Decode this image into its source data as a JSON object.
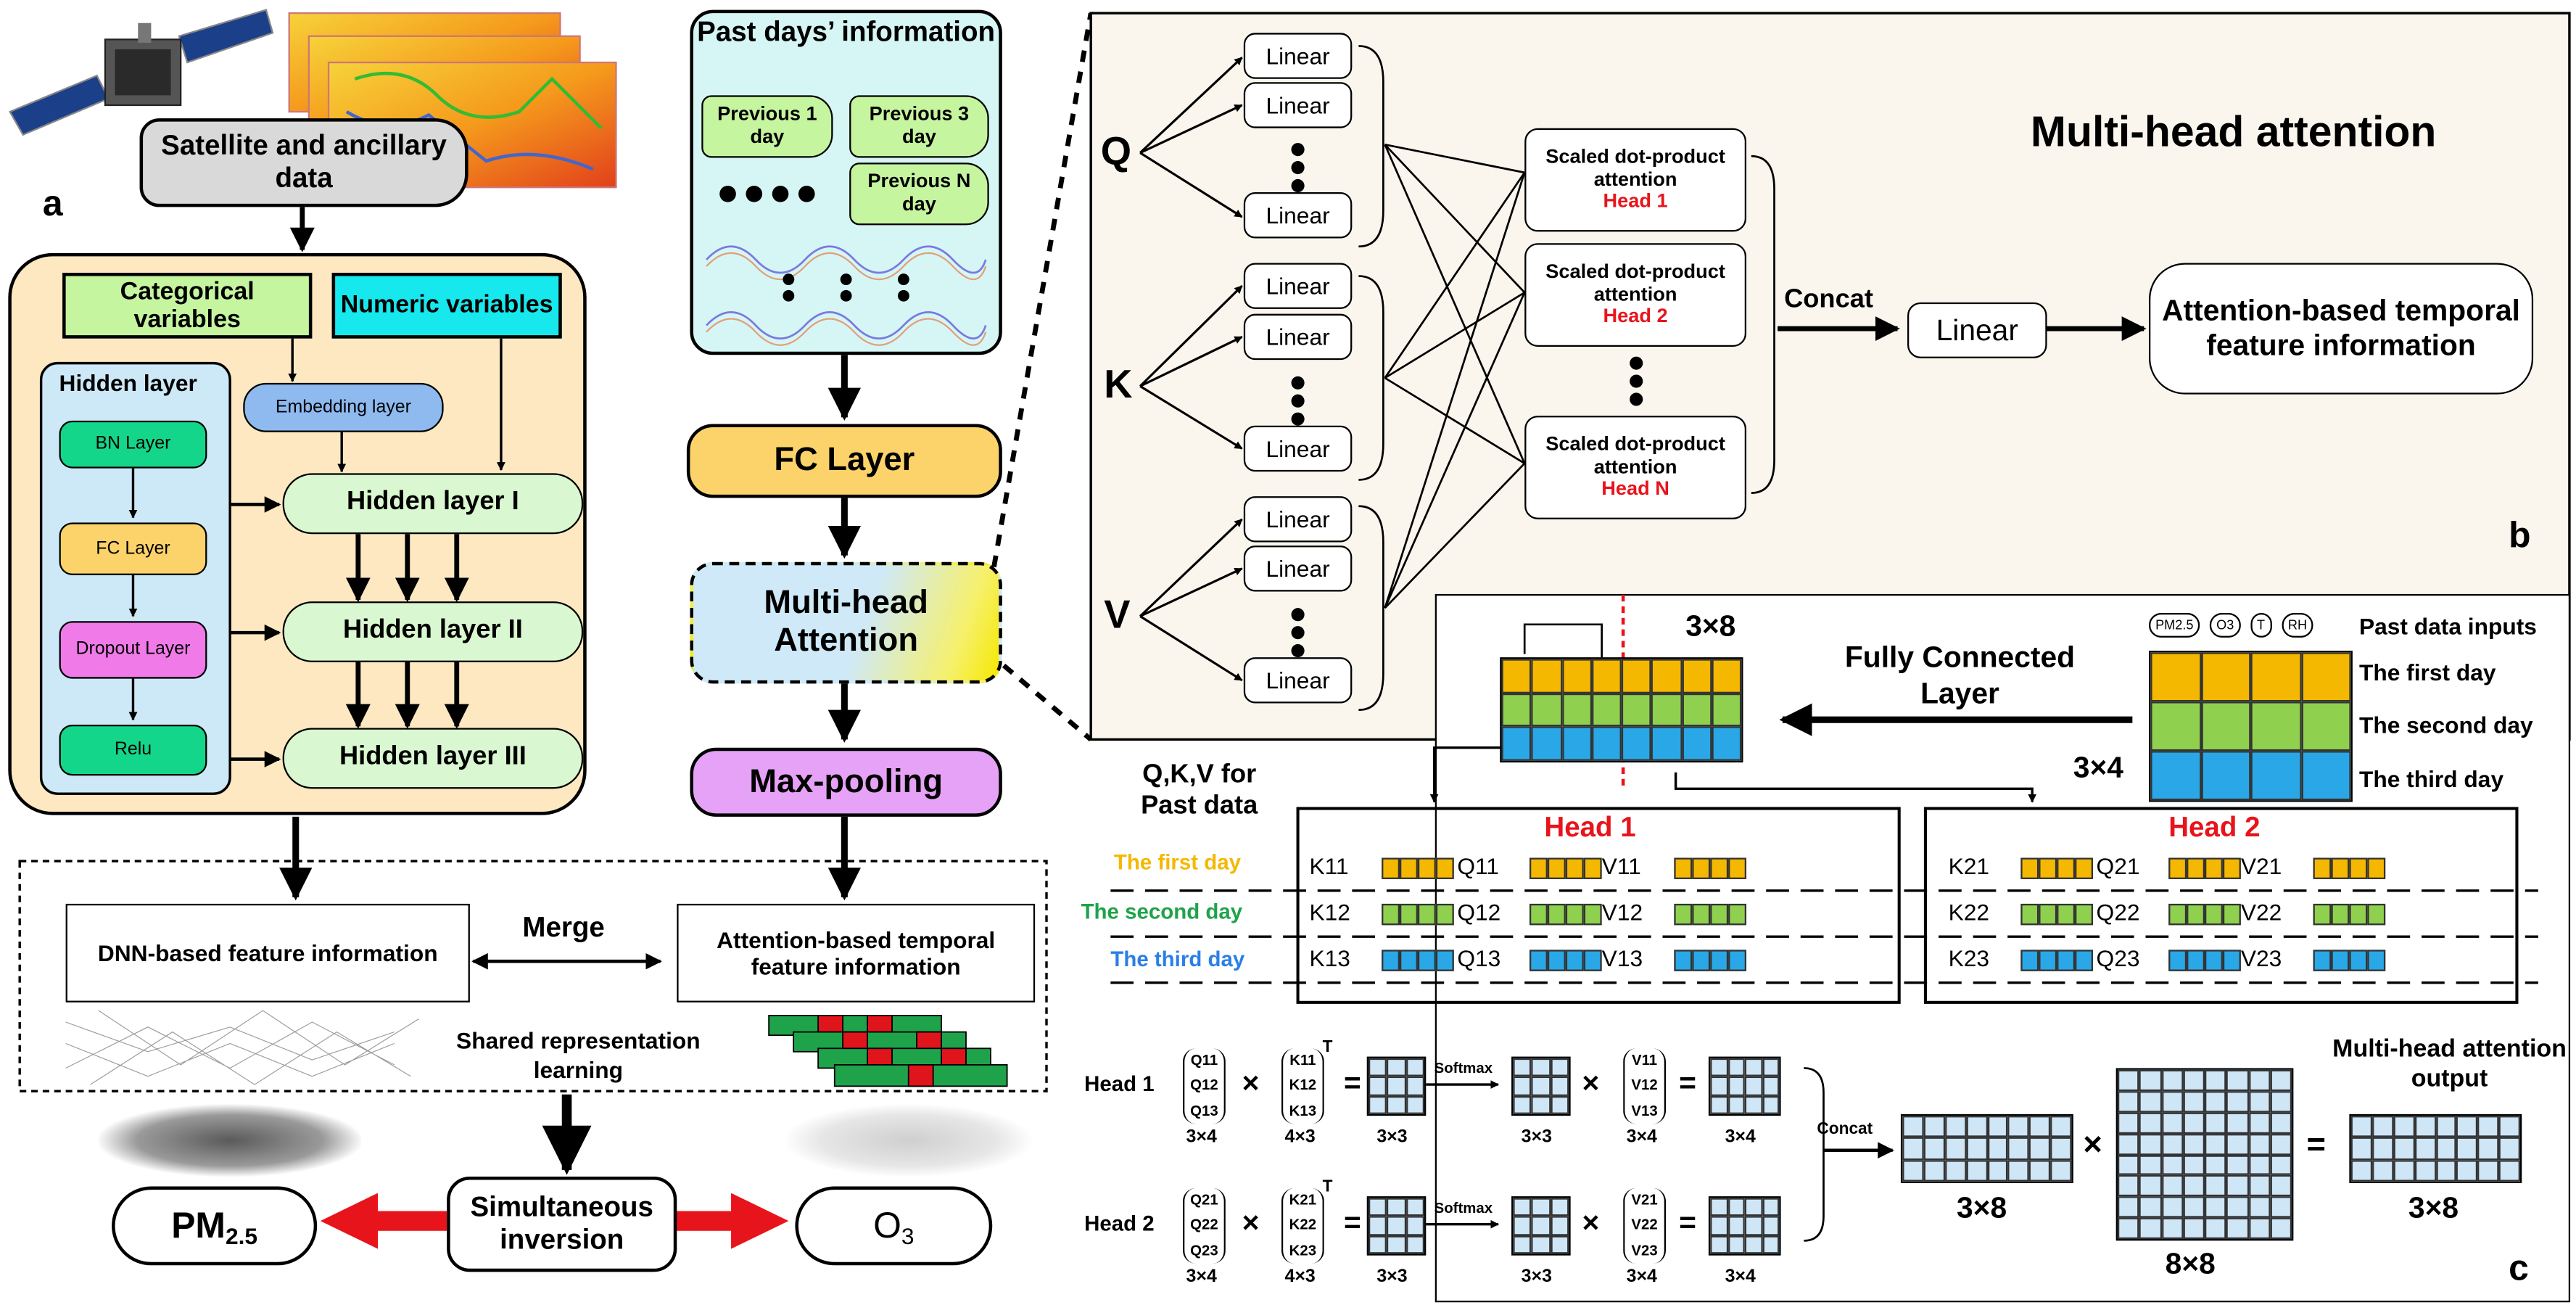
{
  "colors": {
    "green": "#c6f5a0",
    "cyan": "#17e8ee",
    "orange": "#fbd36a",
    "hidden_bg": "#cde9f8",
    "panel_bg": "#fde8c2",
    "mint": "#d9f7d0",
    "purple": "#e6a2f6",
    "yellow": "#f5b800",
    "lightgreen": "#8fd14f",
    "blue": "#2aa7e6",
    "red": "#e8141b"
  },
  "panel_a": {
    "label": "a",
    "satellite": "Satellite and ancillary data",
    "categorical": "Categorical variables",
    "numeric": "Numeric variables",
    "hidden_title": "Hidden layer",
    "bn": "BN Layer",
    "fc": "FC Layer",
    "dropout": "Dropout Layer",
    "relu": "Relu",
    "embedding": "Embedding layer",
    "h1": "Hidden layer I",
    "h2": "Hidden layer II",
    "h3": "Hidden layer III",
    "past_days": "Past days’ information",
    "prev1": "Previous 1 day",
    "prev3": "Previous 3 day",
    "prevN": "Previous N day",
    "fc_layer": "FC Layer",
    "mha": "Multi-head Attention",
    "maxpool": "Max-pooling",
    "dnn_feature": "DNN-based feature information",
    "merge": "Merge",
    "attn_feature": "Attention-based temporal feature information",
    "shared": "Shared representation learning",
    "simultaneous": "Simultaneous inversion",
    "pm": "PM",
    "pm_sub": "2.5",
    "o3": "O",
    "o3_sub": "3"
  },
  "panel_b": {
    "label": "b",
    "title": "Multi-head attention",
    "q": "Q",
    "k": "K",
    "v": "V",
    "linear": "Linear",
    "sdpa": "Scaled dot-product attention",
    "head1": "Head 1",
    "head2": "Head 2",
    "headN": "Head N",
    "concat": "Concat",
    "out_linear": "Linear",
    "output": "Attention-based temporal feature information"
  },
  "panel_c": {
    "label": "c",
    "dim_38": "3×8",
    "fc_layer": "Fully Connected Layer",
    "inputs_label": "Past data inputs",
    "inputs": [
      "PM2.5",
      "O3",
      "T",
      "RH"
    ],
    "days": [
      "The first day",
      "The second day",
      "The third day"
    ],
    "dim_34": "3×4",
    "qkv_label": "Q,K,V for Past data",
    "head1": "Head 1",
    "head2": "Head 2",
    "day_labels": [
      "The first day",
      "The second day",
      "The third day"
    ],
    "head1_rows": [
      [
        "K11",
        "Q11",
        "V11"
      ],
      [
        "K12",
        "Q12",
        "V12"
      ],
      [
        "K13",
        "Q13",
        "V13"
      ]
    ],
    "head2_rows": [
      [
        "K21",
        "Q21",
        "V21"
      ],
      [
        "K22",
        "Q22",
        "V22"
      ],
      [
        "K23",
        "Q23",
        "V23"
      ]
    ],
    "formula_head1": "Head 1",
    "formula_head2": "Head 2",
    "q_head1": [
      "Q11",
      "Q12",
      "Q13"
    ],
    "k_head1": [
      "K11",
      "K12",
      "K13"
    ],
    "v_head1": [
      "V11",
      "V12",
      "V13"
    ],
    "q_head2": [
      "Q21",
      "Q22",
      "Q23"
    ],
    "k_head2": [
      "K21",
      "K22",
      "K23"
    ],
    "v_head2": [
      "V21",
      "V22",
      "V23"
    ],
    "times": "×",
    "equals": "=",
    "transpose": "T",
    "softmax": "Softmax",
    "d34": "3×4",
    "d43": "4×3",
    "d33": "3×3",
    "concat": "Concat",
    "out_title": "Multi-head attention output",
    "d38": "3×8",
    "d88": "8×8"
  }
}
